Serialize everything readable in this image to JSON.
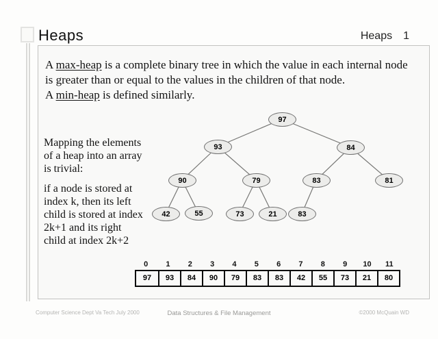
{
  "header": {
    "title": "Heaps",
    "right_label": "Heaps",
    "page_number": "1"
  },
  "intro": {
    "p1_pre": "A ",
    "p1_term": "max-heap",
    "p1_line1_rest": " is a complete binary tree in which the value in each internal node",
    "p1_line2": "is greater than or equal to the values in the children of that node.",
    "p2_pre": "A ",
    "p2_term": "min-heap",
    "p2_rest": " is defined similarly."
  },
  "mapping_note": {
    "p1_lines": [
      "Mapping the elements",
      "of a heap into an array",
      "is trivial:"
    ],
    "p2_lines": [
      "if a node is stored at",
      "index k, then its left",
      "child is stored at index",
      "2k+1 and its right",
      "child at index 2k+2"
    ]
  },
  "tree": {
    "nodes": [
      "97",
      "93",
      "84",
      "90",
      "79",
      "83",
      "81",
      "42",
      "55",
      "73",
      "21",
      "83"
    ]
  },
  "array_table": {
    "indices": [
      "0",
      "1",
      "2",
      "3",
      "4",
      "5",
      "6",
      "7",
      "8",
      "9",
      "10",
      "11"
    ],
    "values": [
      "97",
      "93",
      "84",
      "90",
      "79",
      "83",
      "83",
      "42",
      "55",
      "73",
      "21",
      "80"
    ]
  },
  "footer": {
    "left": "Computer Science Dept Va Tech July 2000",
    "center": "Data Structures & File Management",
    "right": "©2000  McQuain WD"
  },
  "colors": {
    "node_fill": "#ececea",
    "node_border": "#6f6f6f",
    "table_border": "#0a0a0a",
    "box_border": "#c2c2c0",
    "footer_gray": "#b5b5b3"
  }
}
